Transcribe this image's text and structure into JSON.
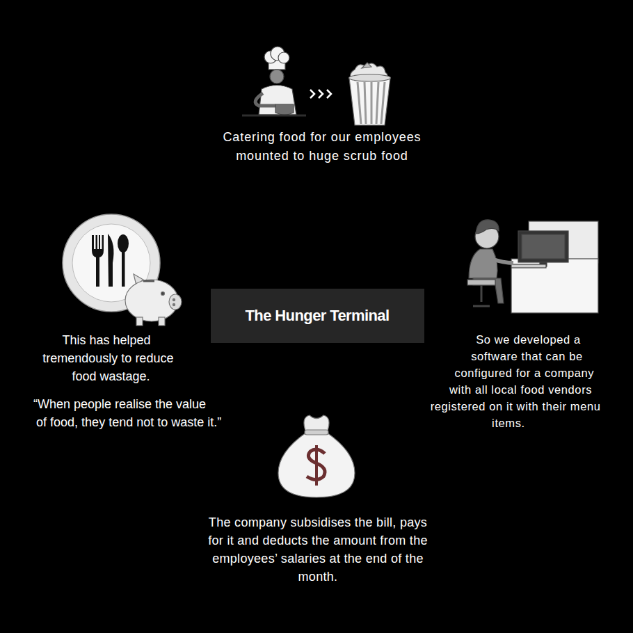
{
  "diagram": {
    "nodes": [
      {
        "text": [
          "Catering food for our employees mounted to huge scrub food",
          "So we developed a software that can be configured for a company with all local food vendors registered on it with their menu items.",
          "The company subsidises the bill, pays for it and deducts the amount from the employees’ salaries at the end of the month.",
          "This has helped tremendously to reduce food wastage.",
          "“When people realise the value of food, they tend not to waste it.”"
        ]
      },
      {
        "text": [
          "The Hunger Terminal"
        ],
        "in": 0
      }
    ]
  }
}
